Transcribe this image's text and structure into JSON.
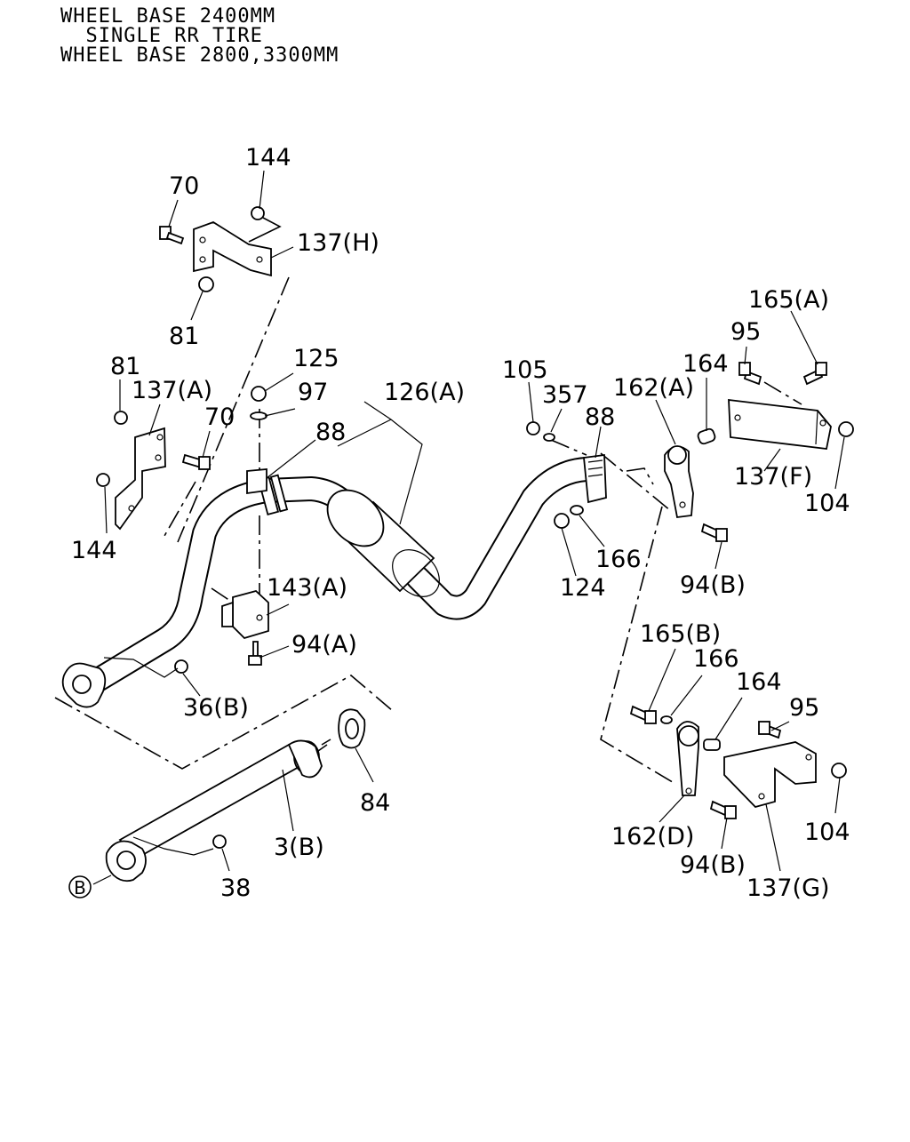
{
  "header": {
    "line1": "WHEEL BASE 2400MM",
    "line2": "  SINGLE RR TIRE",
    "line3": "WHEEL BASE 2800,3300MM"
  },
  "callouts": {
    "c144_top": "144",
    "c70_top": "70",
    "c137h": "137(H)",
    "c81_top": "81",
    "c81_left": "81",
    "c137a": "137(A)",
    "c70_left": "70",
    "c144_left": "144",
    "c125": "125",
    "c97": "97",
    "c88_left": "88",
    "c126a": "126(A)",
    "c143a": "143(A)",
    "c94a": "94(A)",
    "c36b": "36(B)",
    "c105": "105",
    "c357": "357",
    "c88_right": "88",
    "c162a": "162(A)",
    "c164_top": "164",
    "c95_top": "95",
    "c165a": "165(A)",
    "c137f": "137(F)",
    "c104_top": "104",
    "c124": "124",
    "c166_top": "166",
    "c94b_top": "94(B)",
    "c165b": "165(B)",
    "c166_bot": "166",
    "c164_bot": "164",
    "c95_bot": "95",
    "c104_bot": "104",
    "c162d": "162(D)",
    "c94b_bot": "94(B)",
    "c137g": "137(G)",
    "c84": "84",
    "c3b": "3(B)",
    "c38": "38",
    "ref_b": "B"
  }
}
